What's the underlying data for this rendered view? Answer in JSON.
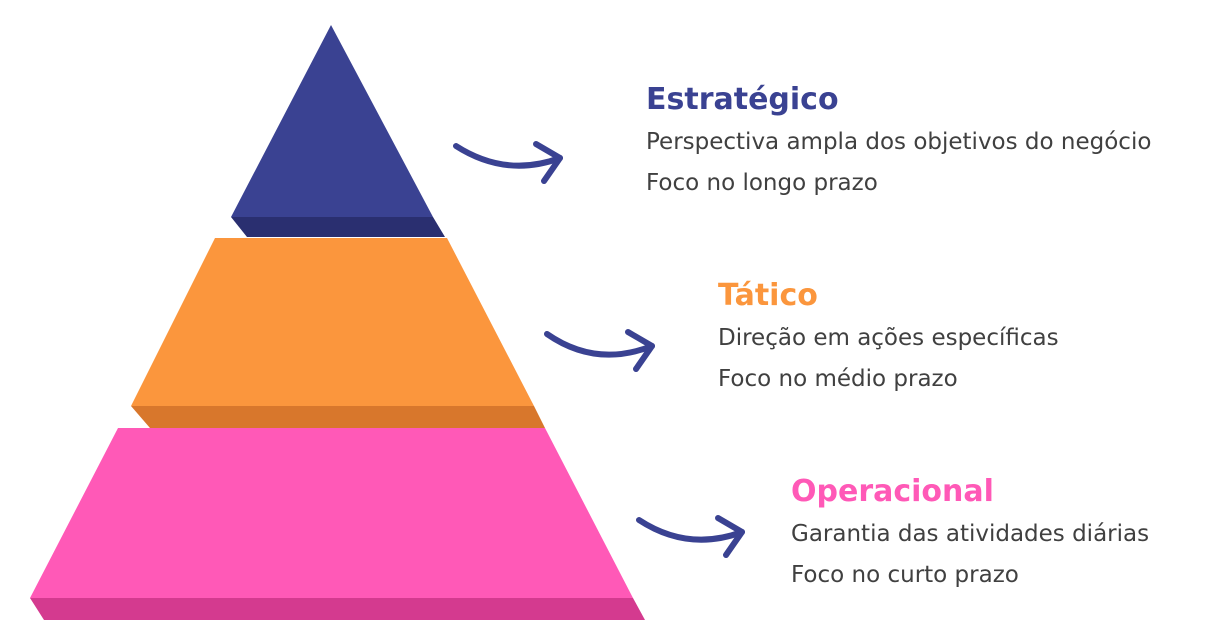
{
  "colors": {
    "strategic": "#3a4292",
    "strategic_shadow": "#2a2f70",
    "tactical": "#fb963d",
    "tactical_shadow": "#d8772c",
    "operational": "#ff59b7",
    "operational_shadow": "#d43a8f",
    "arrow": "#3a4292",
    "body_text": "#404040"
  },
  "levels": [
    {
      "key": "strategic",
      "title": "Estratégico",
      "lines": [
        "Perspectiva ampla dos objetivos do negócio",
        "Foco no longo prazo"
      ]
    },
    {
      "key": "tactical",
      "title": "Tático",
      "lines": [
        "Direção em ações específicas",
        "Foco no médio prazo"
      ]
    },
    {
      "key": "operational",
      "title": "Operacional",
      "lines": [
        "Garantia das atividades diárias",
        "Foco no curto prazo"
      ]
    }
  ]
}
